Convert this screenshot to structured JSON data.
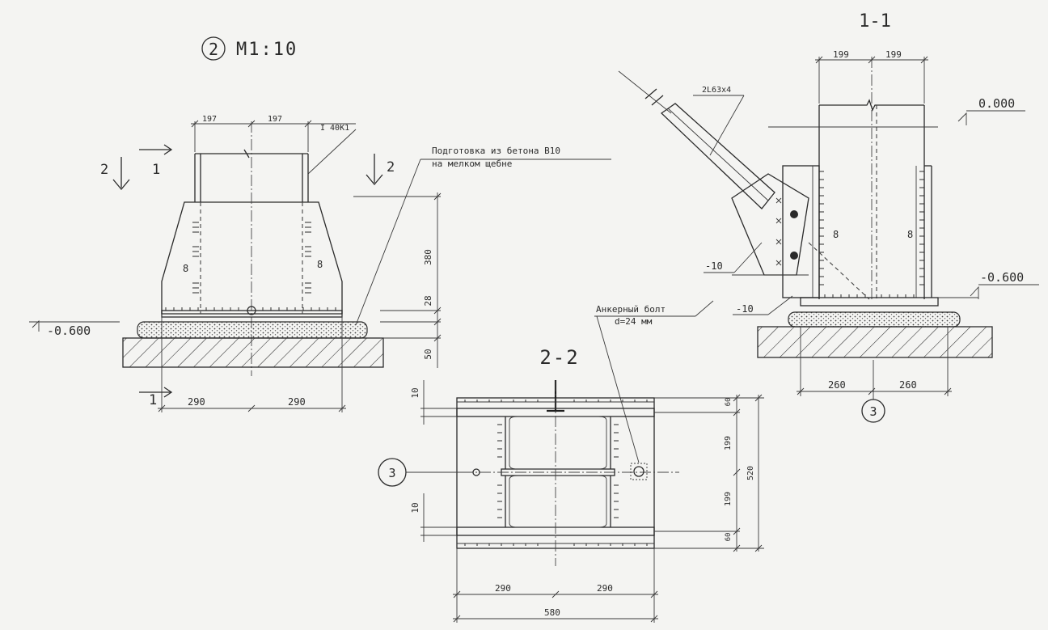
{
  "scale_title": {
    "circle_number": "2",
    "scale": "M1:10"
  },
  "section_1_1": {
    "title": "1-1"
  },
  "section_2_2": {
    "title": "2-2"
  },
  "view_front": {
    "profile_label": "I 40K1",
    "dims_top": [
      "197",
      "197"
    ],
    "dims_bottom": [
      "290",
      "290"
    ],
    "dims_right": [
      "380",
      "28",
      "50"
    ],
    "weld_labels": [
      "8",
      "8"
    ],
    "level": "-0.600",
    "cut_marks": [
      "2",
      "1",
      "2",
      "1"
    ],
    "note_lines": [
      "Подготовка из бетона B10",
      "на мелком щебне"
    ]
  },
  "view_side": {
    "dims_top": [
      "199",
      "199"
    ],
    "dims_bottom": [
      "260",
      "260"
    ],
    "brace_label": "2L63x4",
    "levels": [
      "0.000",
      "-0.600"
    ],
    "plate_labels": [
      "-10",
      "-10"
    ],
    "weld_labels": [
      "8",
      "8"
    ],
    "anchor_lines": [
      "Анкерный болт",
      "d=24 мм"
    ],
    "callout": "3"
  },
  "view_plan": {
    "dims_left": [
      "10",
      "10"
    ],
    "dims_right": [
      "60",
      "199",
      "199",
      "60"
    ],
    "dim_total_right": "520",
    "dims_bottom": [
      "290",
      "290"
    ],
    "dim_total_bottom": "580",
    "callout": "3"
  }
}
